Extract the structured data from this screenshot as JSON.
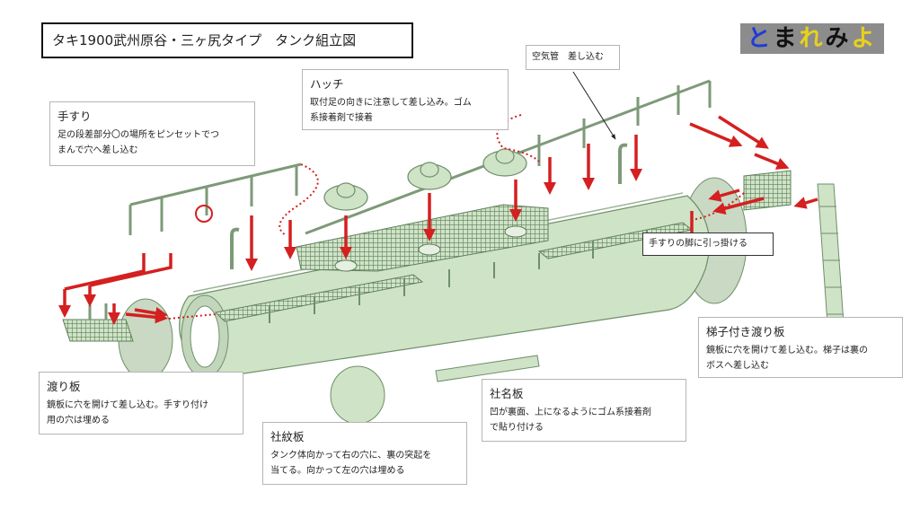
{
  "title": "タキ1900武州原谷・三ヶ尻タイプ　タンク組立図",
  "logo": {
    "chars": [
      "と",
      "ま",
      "れ",
      "み",
      "よ"
    ],
    "colors": [
      "#1f3cd6",
      "#111111",
      "#e8d21c",
      "#111111",
      "#e8d21c"
    ],
    "background": "#8c8c8c"
  },
  "callouts": {
    "handrail": {
      "heading": "手すり",
      "line1": "足の段差部分〇の場所をピンセットでつ",
      "line2": "まんで穴へ差し込む"
    },
    "hatch": {
      "heading": "ハッチ",
      "line1": "取付足の向きに注意して差し込み。ゴム",
      "line2": "系接着剤で接着"
    },
    "air_pipe": "空気管　差し込む",
    "hook_note": "手すりの脚に引っ掛ける",
    "ladder_plate": {
      "heading": "梯子付き渡り板",
      "line1": "鏡板に穴を開けて差し込む。梯子は裏の",
      "line2": "ボスへ差し込む"
    },
    "walk_plate": {
      "heading": "渡り板",
      "line1": "鏡板に穴を開けて差し込む。手すり付け",
      "line2": "用の穴は埋める"
    },
    "emblem_plate": {
      "heading": "社紋板",
      "line1": "タンク体向かって右の穴に、裏の突起を",
      "line2": "当てる。向かって左の穴は埋める"
    },
    "name_plate": {
      "heading": "社名板",
      "line1": "凹が裏面、上になるようにゴム系接着剤",
      "line2": "で貼り付ける"
    }
  },
  "colors": {
    "part_fill": "#cfe3c7",
    "part_stroke": "#6f8f6a",
    "arrow": "#d42020",
    "grating": "#6f8f6a"
  }
}
